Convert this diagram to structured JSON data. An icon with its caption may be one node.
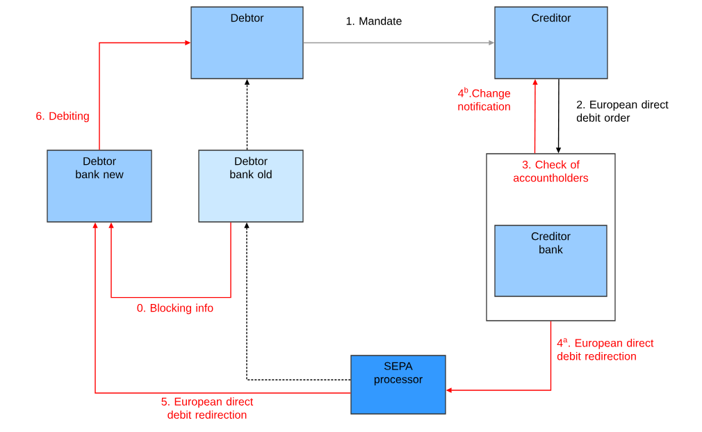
{
  "diagram": {
    "nodes": [
      {
        "text": [
          "Debtor"
        ]
      },
      {
        "text": [
          "Creditor"
        ]
      },
      {
        "text": [
          "Debtor bank new"
        ]
      },
      {
        "text": [
          "Debtor bank old"
        ]
      },
      {
        "text": [
          "3. Check of accountholders"
        ]
      },
      {
        "text": [
          "Creditor bank"
        ],
        "in": 4
      },
      {
        "text": [
          "SEPA processor"
        ]
      }
    ],
    "edges": [
      {
        "from": 0,
        "to": 1,
        "arrow": "to",
        "label": "1. Mandate",
        "color": "#999999"
      },
      {
        "from": 2,
        "to": 0,
        "arrow": "to",
        "label": "6. Debiting"
      },
      {
        "from": 3,
        "to": 0,
        "arrow": "to",
        "style": "dashed",
        "color": "#000000"
      },
      {
        "from": 1,
        "to": 4,
        "arrow": "to",
        "label": "2. European direct debit order",
        "color": "#000000"
      },
      {
        "from": 4,
        "to": 1,
        "arrow": "to",
        "label": "4$^{b}$.Change notification"
      },
      {
        "from": 3,
        "to": 2,
        "arrow": "to",
        "label": "0. Blocking info"
      },
      {
        "from": 4,
        "to": 6,
        "arrow": "to",
        "label": "4$^{a}$. European direct debit redirection"
      },
      {
        "from": 6,
        "to": 2,
        "arrow": "to",
        "label": "5. European direct debit redirection"
      },
      {
        "from": 6,
        "to": 3,
        "arrow": "to",
        "style": "dashed",
        "color": "#000000"
      }
    ]
  }
}
